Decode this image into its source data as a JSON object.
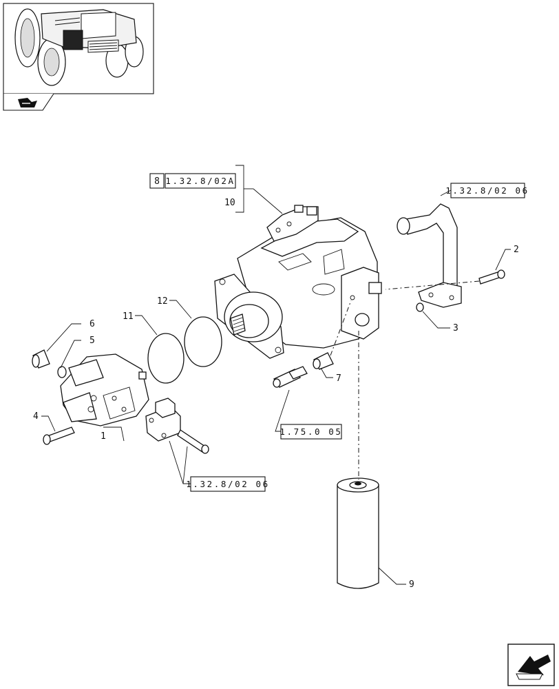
{
  "callouts": {
    "n1": "1",
    "n2": "2",
    "n3": "3",
    "n4": "4",
    "n5": "5",
    "n6": "6",
    "n7": "7",
    "n9": "9",
    "n10": "10",
    "n11": "11",
    "n12": "12",
    "n8": "8"
  },
  "references": {
    "ref_main_pump": "1.32.8/02A",
    "ref_top_right": "1.32.8/02 06",
    "ref_sensor": "1.75.0 05",
    "ref_bottom_left": "1.32.8/02 06"
  },
  "icons": {
    "thumbnail": "tractor-thumbnail-icon",
    "thumbnail_tab": "book-tab-icon",
    "nav": "next-page-arrow-icon"
  },
  "colors": {
    "line": "#111111",
    "background": "#ffffff"
  }
}
